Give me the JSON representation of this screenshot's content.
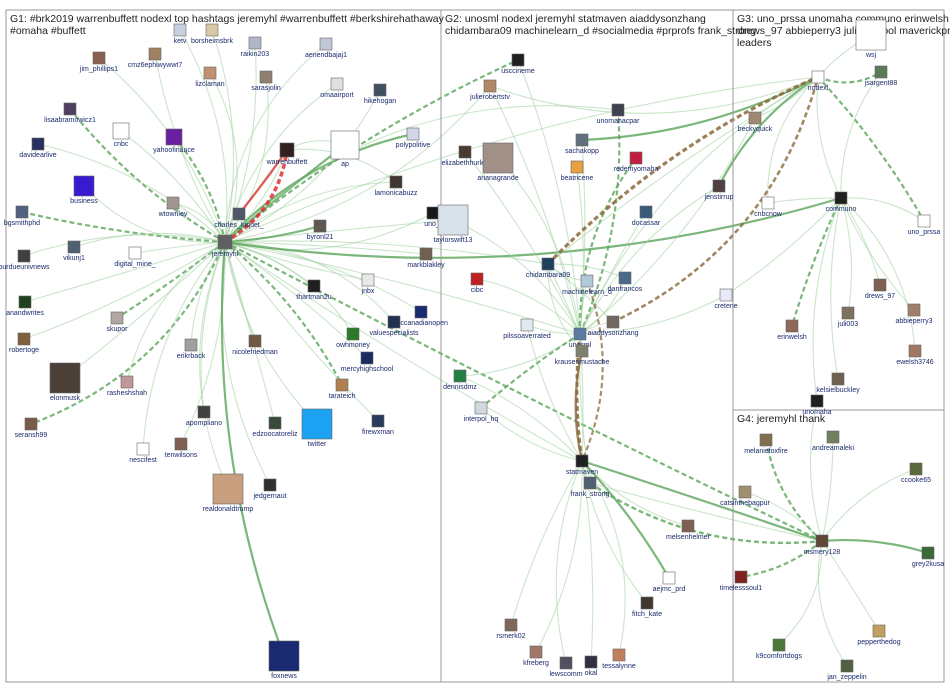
{
  "groups": [
    {
      "id": "G1",
      "lines": [
        "G1: #brk2019 warrenbuffett nodexl top hashtags jeremyhl #warrenbuffett #berkshirehathaway",
        "#omaha #buffett"
      ]
    },
    {
      "id": "G2",
      "lines": [
        "G2: unosml nodexl jeremyhl statmaven aiaddysonzhang",
        "chidambara09 machinelearn_d #socialmedia #prprofs frank_strong"
      ]
    },
    {
      "id": "G3",
      "lines": [
        "G3: uno_prssa unomaha communo erinwelsh",
        "drews_97 abbieperry3 juli003 cool maverickpr",
        "leaders"
      ]
    },
    {
      "id": "G4",
      "lines": [
        "G4: jeremyhl thank"
      ]
    }
  ],
  "nodes": [
    {
      "id": "ketv",
      "label": "ketv",
      "color": "#c8d0e0"
    },
    {
      "id": "borsheimsbrk",
      "label": "borsheimsbrk",
      "color": "#d9c7a8"
    },
    {
      "id": "raikin203",
      "label": "raikin203",
      "color": "#b0b8c8"
    },
    {
      "id": "aenendbajaj1",
      "label": "aenendbajaj1",
      "color": "#c0c8d8"
    },
    {
      "id": "jim_phillips1",
      "label": "jim_phillips1",
      "color": "#8a6050"
    },
    {
      "id": "cmz6ephiwywwt7",
      "label": "cmz6ephiwywwt7",
      "color": "#a08060"
    },
    {
      "id": "lizclaman",
      "label": "lizclaman",
      "color": "#c09070"
    },
    {
      "id": "sarasjolin",
      "label": "sarasjolin",
      "color": "#908070"
    },
    {
      "id": "omaairport",
      "label": "omaairport",
      "color": "#e0e0e0"
    },
    {
      "id": "hikehogan",
      "label": "hikehogan",
      "color": "#405060"
    },
    {
      "id": "lisaabramowicz1",
      "label": "lisaabramowicz1",
      "color": "#504060"
    },
    {
      "id": "cnbc",
      "label": "cnbc",
      "color": "#ffffff"
    },
    {
      "id": "yahoofinance",
      "label": "yahoofinance",
      "color": "#6a1fa0"
    },
    {
      "id": "warrenbuffett",
      "label": "warrenbuffett",
      "color": "#302020"
    },
    {
      "id": "ap",
      "label": "ap",
      "color": "#ffffff"
    },
    {
      "id": "polypolitive",
      "label": "polypolitive",
      "color": "#d0d8e8"
    },
    {
      "id": "davidearlive",
      "label": "davidearlive",
      "color": "#283060"
    },
    {
      "id": "business",
      "label": "business",
      "color": "#3a1ad0"
    },
    {
      "id": "lamonicabuzz",
      "label": "lamonicabuzz",
      "color": "#403830"
    },
    {
      "id": "wtownley",
      "label": "wtownley",
      "color": "#a09890"
    },
    {
      "id": "charles_luquet_",
      "label": "charles_luquet_",
      "color": "#505868"
    },
    {
      "id": "bgsmithphd",
      "label": "bgsmithphd",
      "color": "#506080"
    },
    {
      "id": "uno_f",
      "label": "uno_f",
      "color": "#181818"
    },
    {
      "id": "taylorswift13",
      "label": "taylorswift13",
      "color": "#d8e0ea"
    },
    {
      "id": "byronl21",
      "label": "byronl21",
      "color": "#605850"
    },
    {
      "id": "digital_mine_",
      "label": "digital_mine_",
      "color": "#ffffff"
    },
    {
      "id": "vikunj1",
      "label": "vikunj1",
      "color": "#506070"
    },
    {
      "id": "jeremyhl",
      "label": "jeremyhl",
      "color": "#606060"
    },
    {
      "id": "purdueunivnews",
      "label": "purdueunivnews",
      "color": "#404040"
    },
    {
      "id": "markblakley",
      "label": "markblakley",
      "color": "#706050"
    },
    {
      "id": "thartman2u",
      "label": "thartman2u",
      "color": "#202020"
    },
    {
      "id": "jnbx",
      "label": "jnbx",
      "color": "#e8e8e8"
    },
    {
      "id": "anandwrites",
      "label": "anandwrites",
      "color": "#204020"
    },
    {
      "id": "skupor",
      "label": "skupor",
      "color": "#b0a8a0"
    },
    {
      "id": "rbccanadianopen",
      "label": "rbccanadianopen",
      "color": "#1a2a70"
    },
    {
      "id": "valuespecialists",
      "label": "valuespecialists",
      "color": "#203050"
    },
    {
      "id": "robertoge",
      "label": "robertoge",
      "color": "#806040"
    },
    {
      "id": "nicolefriedman",
      "label": "nicolefriedman",
      "color": "#705840"
    },
    {
      "id": "owhmoney",
      "label": "owhmoney",
      "color": "#2a7a2a"
    },
    {
      "id": "erikrback",
      "label": "erikrback",
      "color": "#a0a0a0"
    },
    {
      "id": "mercyhighschool",
      "label": "mercyhighschool",
      "color": "#1a2a60"
    },
    {
      "id": "elonmusk",
      "label": "elonmusk",
      "color": "#4a4038"
    },
    {
      "id": "rasheshshah",
      "label": "rasheshshah",
      "color": "#c09898"
    },
    {
      "id": "tarateich",
      "label": "tarateich",
      "color": "#b08050"
    },
    {
      "id": "apompliano",
      "label": "apompliano",
      "color": "#404040"
    },
    {
      "id": "seransh99",
      "label": "seransh99",
      "color": "#7a5a4a"
    },
    {
      "id": "edzoocatoreliz",
      "label": "edzoocatoreliz",
      "color": "#3a4a3a"
    },
    {
      "id": "twitter",
      "label": "twitter",
      "color": "#1da1f2"
    },
    {
      "id": "firewxman",
      "label": "firewxman",
      "color": "#2a3a5a"
    },
    {
      "id": "nescifest",
      "label": "nescifest",
      "color": "#ffffff"
    },
    {
      "id": "tenwilsons",
      "label": "tenwilsons",
      "color": "#806050"
    },
    {
      "id": "realdonaldtrump",
      "label": "realdonaldtrump",
      "color": "#c8a080"
    },
    {
      "id": "jedgernaut",
      "label": "jedgernaut",
      "color": "#303030"
    },
    {
      "id": "foxnews",
      "label": "foxnews",
      "color": "#1a2a70"
    },
    {
      "id": "unosml",
      "label": "unosml",
      "color": "#5a7aa0"
    },
    {
      "id": "usccineme",
      "label": "usccineme",
      "color": "#202020"
    },
    {
      "id": "julierobertstv",
      "label": "julierobertstv",
      "color": "#b08868"
    },
    {
      "id": "unomahacpar",
      "label": "unomahacpar",
      "color": "#404050"
    },
    {
      "id": "elizabethhurley",
      "label": "elizabethhurley",
      "color": "#4a3a30"
    },
    {
      "id": "arianagrande",
      "label": "arianagrande",
      "color": "#a09088"
    },
    {
      "id": "sachakopp",
      "label": "sachakopp",
      "color": "#607080"
    },
    {
      "id": "beatricene",
      "label": "beatricene",
      "color": "#e8a040"
    },
    {
      "id": "redemyomaha",
      "label": "redemyomaha",
      "color": "#c02040"
    },
    {
      "id": "docassar",
      "label": "docassar",
      "color": "#3a5a7a"
    },
    {
      "id": "chidambara09",
      "label": "chidambara09",
      "color": "#204060"
    },
    {
      "id": "machinelearn_d",
      "label": "machinelearn_d",
      "color": "#b0c8d8"
    },
    {
      "id": "danfrancos",
      "label": "danfrancos",
      "color": "#4a6a8a"
    },
    {
      "id": "cibc",
      "label": "cibc",
      "color": "#c02020"
    },
    {
      "id": "pilssoaverrated",
      "label": "pilssoaverrated",
      "color": "#e0e8f0"
    },
    {
      "id": "aiaddysonzhang",
      "label": "aiaddysonzhang",
      "color": "#706860"
    },
    {
      "id": "krausesmustache",
      "label": "krausesmustache",
      "color": "#808070"
    },
    {
      "id": "dennisdmz",
      "label": "dennisdmz",
      "color": "#208040"
    },
    {
      "id": "interpol_hq",
      "label": "interpol_hq",
      "color": "#d0d8e0"
    },
    {
      "id": "statmaven",
      "label": "statmaven",
      "color": "#202020"
    },
    {
      "id": "frank_strong",
      "label": "frank_strong",
      "color": "#506070"
    },
    {
      "id": "melsenhelmer",
      "label": "melsenhelmer",
      "color": "#806050"
    },
    {
      "id": "aejmc_prd",
      "label": "aejmc_prd",
      "color": "#ffffff"
    },
    {
      "id": "fitch_kate",
      "label": "fitch_kate",
      "color": "#403830"
    },
    {
      "id": "rsmerk02",
      "label": "rsmerk02",
      "color": "#806858"
    },
    {
      "id": "kfreberg",
      "label": "kfreberg",
      "color": "#a07868"
    },
    {
      "id": "lewscomm",
      "label": "lewscomm",
      "color": "#505060"
    },
    {
      "id": "okal",
      "label": "okal",
      "color": "#303040"
    },
    {
      "id": "tessalynne",
      "label": "tessalynne",
      "color": "#c08060"
    },
    {
      "id": "wsj",
      "label": "wsj",
      "color": "#ffffff"
    },
    {
      "id": "jsargent88",
      "label": "jsargent88",
      "color": "#5a7a5a"
    },
    {
      "id": "nodexl",
      "label": "nodexl",
      "color": "#ffffff"
    },
    {
      "id": "beckyquick",
      "label": "beckyquick",
      "color": "#a08870"
    },
    {
      "id": "jenstirrup",
      "label": "jenstirrup",
      "color": "#504040"
    },
    {
      "id": "cnbcnow",
      "label": "cnbcnow",
      "color": "#ffffff"
    },
    {
      "id": "communo",
      "label": "communo",
      "color": "#202020"
    },
    {
      "id": "cretene",
      "label": "cretene",
      "color": "#e8e8f8"
    },
    {
      "id": "uno_prssa",
      "label": "uno_prssa",
      "color": "#ffffff"
    },
    {
      "id": "drews_97",
      "label": "drews_97",
      "color": "#806050"
    },
    {
      "id": "abbieperry3",
      "label": "abbieperry3",
      "color": "#a08068"
    },
    {
      "id": "juli003",
      "label": "juli003",
      "color": "#807060"
    },
    {
      "id": "erinwelsh",
      "label": "erinwelsh",
      "color": "#906858"
    },
    {
      "id": "ewelsh3746",
      "label": "ewelsh3746",
      "color": "#a07860"
    },
    {
      "id": "kelsielbuckley",
      "label": "kelsielbuckley",
      "color": "#706050"
    },
    {
      "id": "unomaha",
      "label": "unomaha",
      "color": "#202020"
    },
    {
      "id": "melaniefoxfire",
      "label": "melaniefoxfire",
      "color": "#807050"
    },
    {
      "id": "andreamaleki",
      "label": "andreamaleki",
      "color": "#708060"
    },
    {
      "id": "ccooke65",
      "label": "ccooke65",
      "color": "#5a6a3a"
    },
    {
      "id": "catsinthebagpur",
      "label": "catsinthebagpur",
      "color": "#a09070"
    },
    {
      "id": "msmery128",
      "label": "msmery128",
      "color": "#604838"
    },
    {
      "id": "grey2kusa",
      "label": "grey2kusa",
      "color": "#3a6a3a"
    },
    {
      "id": "timelesssoul1",
      "label": "timelesssoul1",
      "color": "#802020"
    },
    {
      "id": "pepperthedog",
      "label": "pepperthedog",
      "color": "#c0a060"
    },
    {
      "id": "k9comfortdogs",
      "label": "k9comfortdogs",
      "color": "#4a7a3a"
    },
    {
      "id": "jan_zeppelin",
      "label": "jan_zeppelin",
      "color": "#506040"
    }
  ],
  "colors": {
    "edge_green": "#5aa55a",
    "edge_green_light": "#9fd09f",
    "edge_brown": "#8a6a3a",
    "edge_red": "#e03030",
    "group_border": "#9a9a9a",
    "label": "#1a2a6c"
  }
}
